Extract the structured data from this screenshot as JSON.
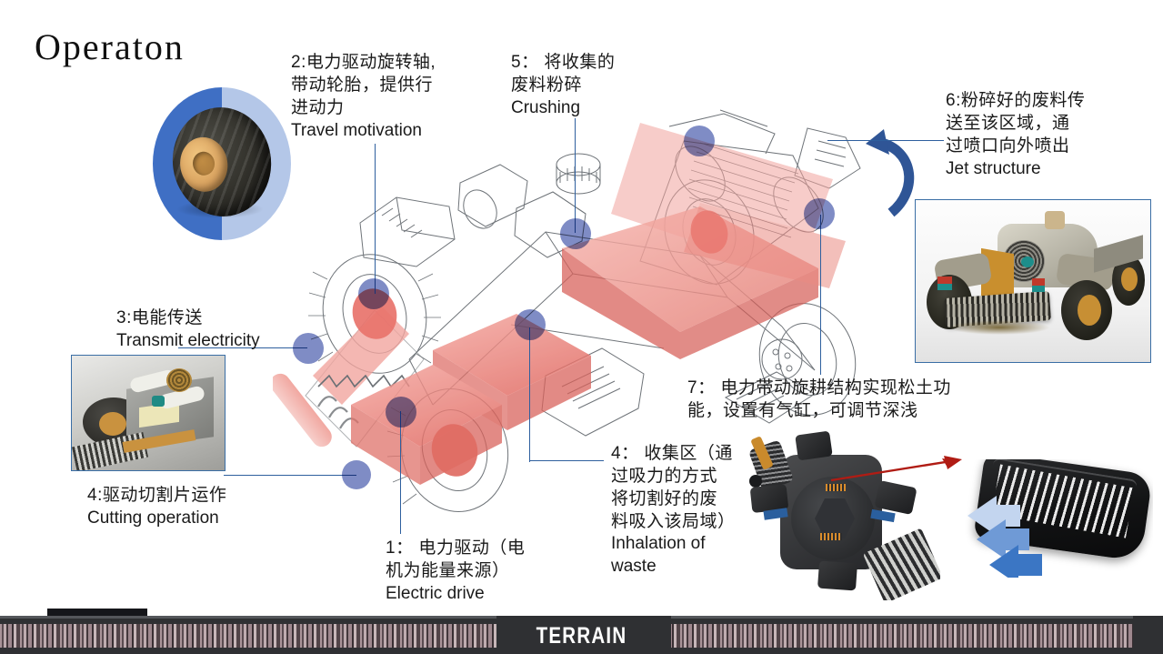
{
  "slide": {
    "title": "Operaton",
    "banner_label": "TERRAIN",
    "accent_blue": "#2e5f9e",
    "marker_blue": "#4e60af",
    "highlight_red": "#e8786f",
    "banner_bg": "#2f3033"
  },
  "callouts": [
    {
      "id": "1",
      "cn_lines": [
        "1： 电力驱动（电",
        "机为能量来源）"
      ],
      "en": "Electric drive"
    },
    {
      "id": "2",
      "cn_lines": [
        "2:电力驱动旋转轴,",
        "带动轮胎，提供行",
        "进动力"
      ],
      "en": "Travel motivation"
    },
    {
      "id": "3",
      "cn_lines": [
        "3:电能传送"
      ],
      "en": "Transmit electricity"
    },
    {
      "id": "4a",
      "cn_lines": [
        "4:驱动切割片运作"
      ],
      "en": "Cutting operation"
    },
    {
      "id": "4b",
      "cn_lines": [
        "4： 收集区（通",
        "过吸力的方式",
        "将切割好的废",
        "料吸入该局域）"
      ],
      "en": "Inhalation of waste"
    },
    {
      "id": "5",
      "cn_lines": [
        "5： 将收集的",
        "废料粉碎"
      ],
      "en": "Crushing"
    },
    {
      "id": "6",
      "cn_lines": [
        "6:粉碎好的废料传",
        "送至该区域，通",
        "过喷口向外喷出"
      ],
      "en": "Jet structure"
    },
    {
      "id": "7",
      "cn_lines": [
        "7： 电力带动旋耕结构实现松土功",
        "能，设置有气缸，可调节深浅"
      ],
      "en": ""
    }
  ],
  "figures": [
    {
      "id": "tire",
      "name": "tractor-tire-photo"
    },
    {
      "id": "cutter",
      "name": "cutting-module-photo"
    },
    {
      "id": "vehicle",
      "name": "full-vehicle-render-photo"
    },
    {
      "id": "topview",
      "name": "vehicle-top-view-photo"
    },
    {
      "id": "collector",
      "name": "collector-drum-photo"
    }
  ]
}
